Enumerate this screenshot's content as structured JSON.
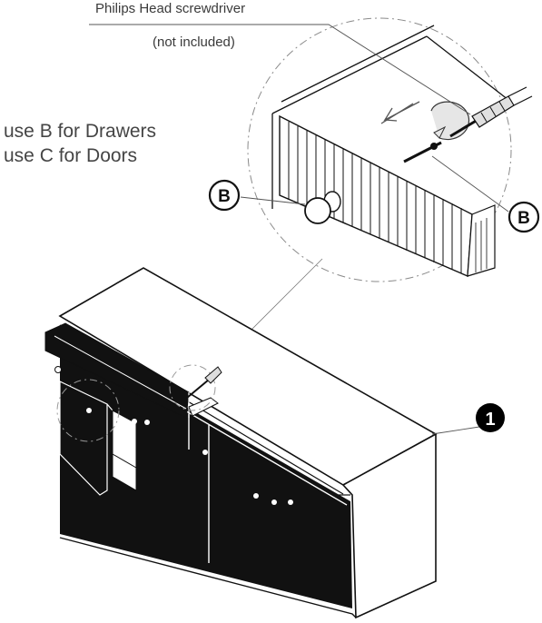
{
  "tool": {
    "name": "Philips Head screwdriver",
    "note": "(not included)"
  },
  "instructions": [
    "use B for Drawers",
    "use C for Doors"
  ],
  "callouts": {
    "part_left": "B",
    "part_right": "B",
    "step": "1"
  },
  "colors": {
    "ink": "#111111",
    "text": "#3a3a3a",
    "callout_fill": "#ffffff",
    "step_fill": "#000000",
    "step_text": "#ffffff"
  }
}
